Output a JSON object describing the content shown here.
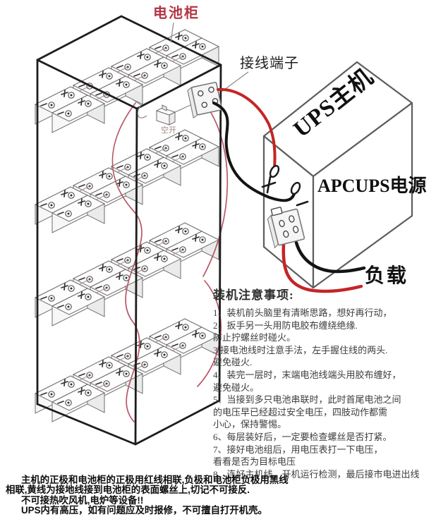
{
  "labels": {
    "battery_cabinet": "电池柜",
    "terminal_block": "接线端子",
    "ups_host": "UPS主机",
    "ups_brand": "APCUPS电源",
    "load": "负载",
    "breaker": "空开"
  },
  "notes": {
    "title": "装机注意事项:",
    "lines": [
      "1、装机前头脑里有清晰思路，想好再行动，",
      "2、扳手另一头用防电胶布缠绕绝缘.",
      "防止拧螺丝时碰火。",
      "3\\接电池线时注意手法，左手握住线的两头.",
      "避免碰火.",
      "4、装完一层时，末端电池线端头用胶布缠好，",
      "避免碰火。",
      "5、当接到多只电池串联时，此时首尾电池之间",
      "的电压早已经超过安全电压，四肢动作都需",
      "小心，保持警惕。",
      "6、每层装好后，一定要检查螺丝是否打紧。",
      "7、接好电池组后，用电压表打一下电压，",
      "看看是否为目标电压",
      "8、连好主机线，开机运行检测，最后接市电进出线"
    ]
  },
  "footer": {
    "lines": [
      "主机的正极和电池柜的正极用红线相联,负极和电池柜负极用黑线",
      "相联,黄线为接地线接到电池柜的表面螺丝上,切记不可接反.",
      "不可接热吹风机,电炉等设备!!",
      "UPS内有高压，如有问题应及时报修，不可擅自打开机壳。"
    ]
  },
  "colors": {
    "wire_red": "#c42525",
    "wire_black": "#141414",
    "label_red": "#b23545"
  }
}
